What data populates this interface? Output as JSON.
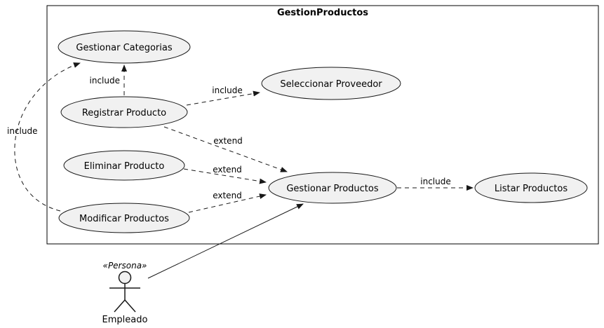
{
  "diagram": {
    "title": "GestionProductos",
    "usecases": {
      "gestionarCategorias": "Gestionar Categorias",
      "seleccionarProveedor": "Seleccionar Proveedor",
      "registrarProducto": "Registrar Producto",
      "eliminarProducto": "Eliminar Producto",
      "gestionarProductos": "Gestionar Productos",
      "modificarProductos": "Modificar Productos",
      "listarProductos": "Listar Productos"
    },
    "edges": {
      "registrarToCategorias": "include",
      "registrarToProveedor": "include",
      "registrarToGestionar": "extend",
      "eliminarToGestionar": "extend",
      "modificarToGestionar": "extend",
      "gestionarToListar": "include",
      "modificarToCategorias": "include"
    },
    "actor": {
      "stereotype": "«Persona»",
      "name": "Empleado"
    },
    "colors": {
      "usecaseFill": "#f1f1f1",
      "stroke": "#181818",
      "background": "#ffffff"
    }
  }
}
